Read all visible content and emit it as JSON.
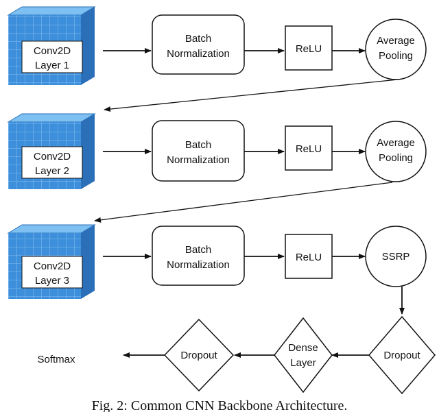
{
  "rows": [
    {
      "conv": {
        "line1": "Conv2D",
        "line2": "Layer 1"
      },
      "bn": {
        "line1": "Batch",
        "line2": "Normalization"
      },
      "relu": "ReLU",
      "pool": {
        "line1": "Average",
        "line2": "Pooling"
      }
    },
    {
      "conv": {
        "line1": "Conv2D",
        "line2": "Layer 2"
      },
      "bn": {
        "line1": "Batch",
        "line2": "Normalization"
      },
      "relu": "ReLU",
      "pool": {
        "line1": "Average",
        "line2": "Pooling"
      }
    },
    {
      "conv": {
        "line1": "Conv2D",
        "line2": "Layer 3"
      },
      "bn": {
        "line1": "Batch",
        "line2": "Normalization"
      },
      "relu": "ReLU",
      "pool": {
        "line1": "SSRP",
        "line2": ""
      }
    }
  ],
  "bottom": {
    "dropout_right": "Dropout",
    "dense": {
      "line1": "Dense",
      "line2": "Layer"
    },
    "dropout_left": "Dropout",
    "softmax": "Softmax"
  },
  "caption": "Fig. 2: Common CNN Backbone Architecture.",
  "colors": {
    "cube_front": "#3d8fdc",
    "cube_top": "#7ec0f2",
    "cube_side": "#2a6fb8",
    "stroke": "#111111"
  }
}
